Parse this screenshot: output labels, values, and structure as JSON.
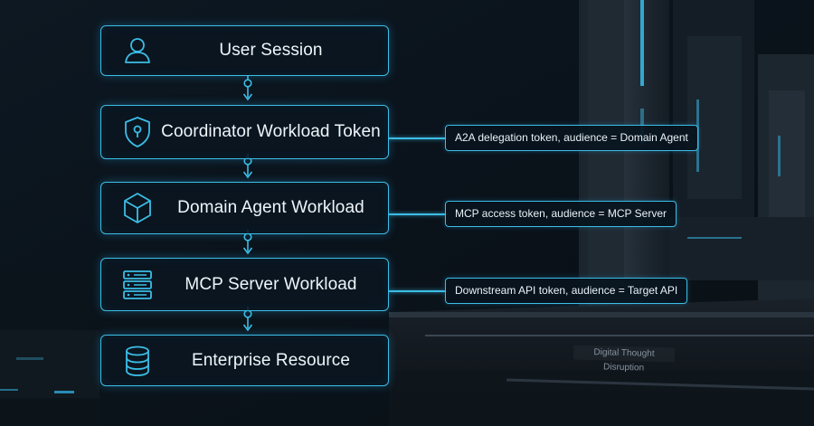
{
  "nodes": [
    {
      "label": "User Session",
      "icon": "user-icon"
    },
    {
      "label": "Coordinator Workload Token",
      "icon": "shield-lock-icon"
    },
    {
      "label": "Domain Agent Workload",
      "icon": "cube-icon"
    },
    {
      "label": "MCP Server Workload",
      "icon": "server-icon"
    },
    {
      "label": "Enterprise Resource",
      "icon": "database-icon"
    }
  ],
  "tokens": [
    {
      "label": "A2A delegation token, audience = Domain Agent"
    },
    {
      "label": "MCP access token, audience =  MCP Server"
    },
    {
      "label": "Downstream API token, audience = Target API"
    }
  ],
  "watermark": "Digital Thought Disruption",
  "colors": {
    "accent": "#3cbde6",
    "background": "#0b1219",
    "text": "#eef6fb"
  }
}
